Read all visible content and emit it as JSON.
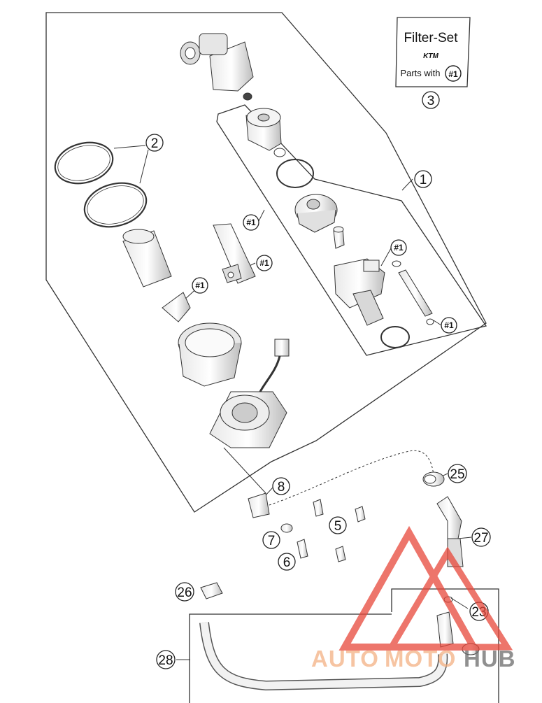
{
  "filter_set": {
    "title": "Filter-Set",
    "brand": "KTM",
    "parts_with_label": "Parts with",
    "parts_with_ref": "#1"
  },
  "callouts": {
    "c1": "1",
    "c2": "2",
    "c3": "3",
    "c5": "5",
    "c6": "6",
    "c7": "7",
    "c8": "8",
    "c23": "23",
    "c25": "25",
    "c26": "26",
    "c27": "27",
    "c28": "28"
  },
  "refs": {
    "r1": "#1"
  },
  "watermark": {
    "part1": "AUTO",
    "part2": "MOTO",
    "part3": "HUB",
    "colors": {
      "orange": "#f4b183",
      "red": "#e8473a",
      "gray": "#6b6b6b"
    }
  }
}
